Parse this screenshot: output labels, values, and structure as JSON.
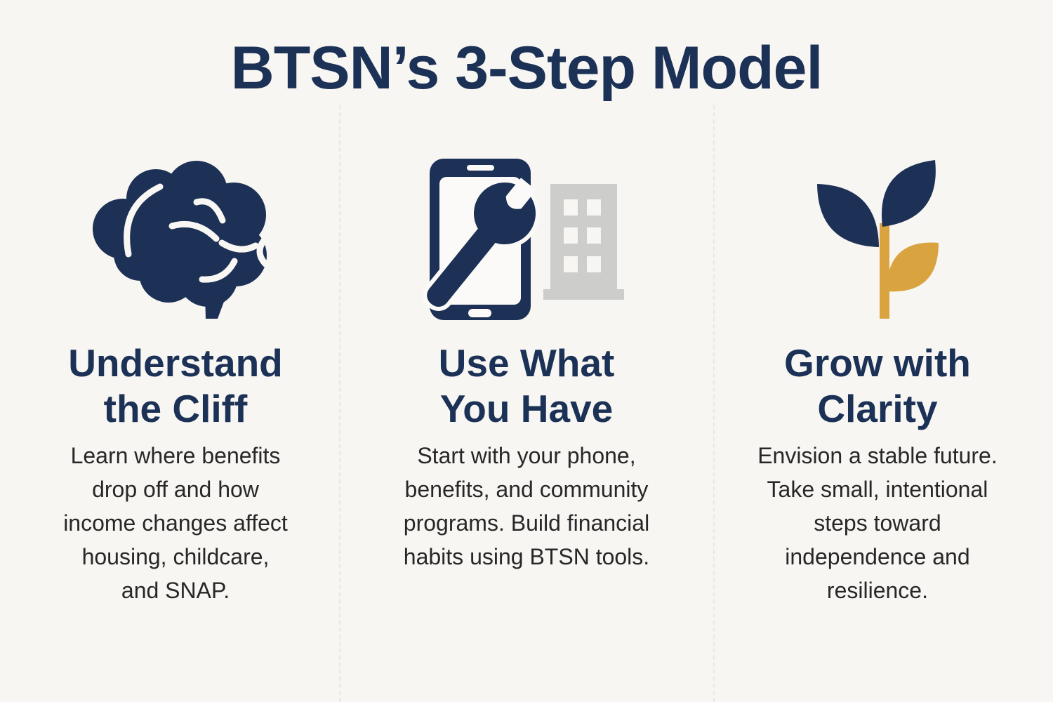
{
  "title": "BTSN’s 3-Step Model",
  "colors": {
    "navy": "#1c3156",
    "gold": "#d9a440",
    "building_gray": "#cdcdcc",
    "body_text": "#272727",
    "background": "#f8f6f3"
  },
  "steps": [
    {
      "id": "understand-the-cliff",
      "icon": "brain-icon",
      "heading": "Understand\nthe Cliff",
      "body": "Learn where benefits\ndrop off and how\nincome changes affect\nhousing, childcare,\nand SNAP."
    },
    {
      "id": "use-what-you-have",
      "icon": "phone-wrench-building-icon",
      "heading": "Use What\nYou Have",
      "body": "Start with your phone,\nbenefits, and community\nprograms. Build financial\nhabits using BTSN tools."
    },
    {
      "id": "grow-with-clarity",
      "icon": "plant-growth-icon",
      "heading": "Grow with\nClarity",
      "body": "Envision a stable future.\nTake small, intentional\nsteps toward\nindependence and\nresilience."
    }
  ]
}
